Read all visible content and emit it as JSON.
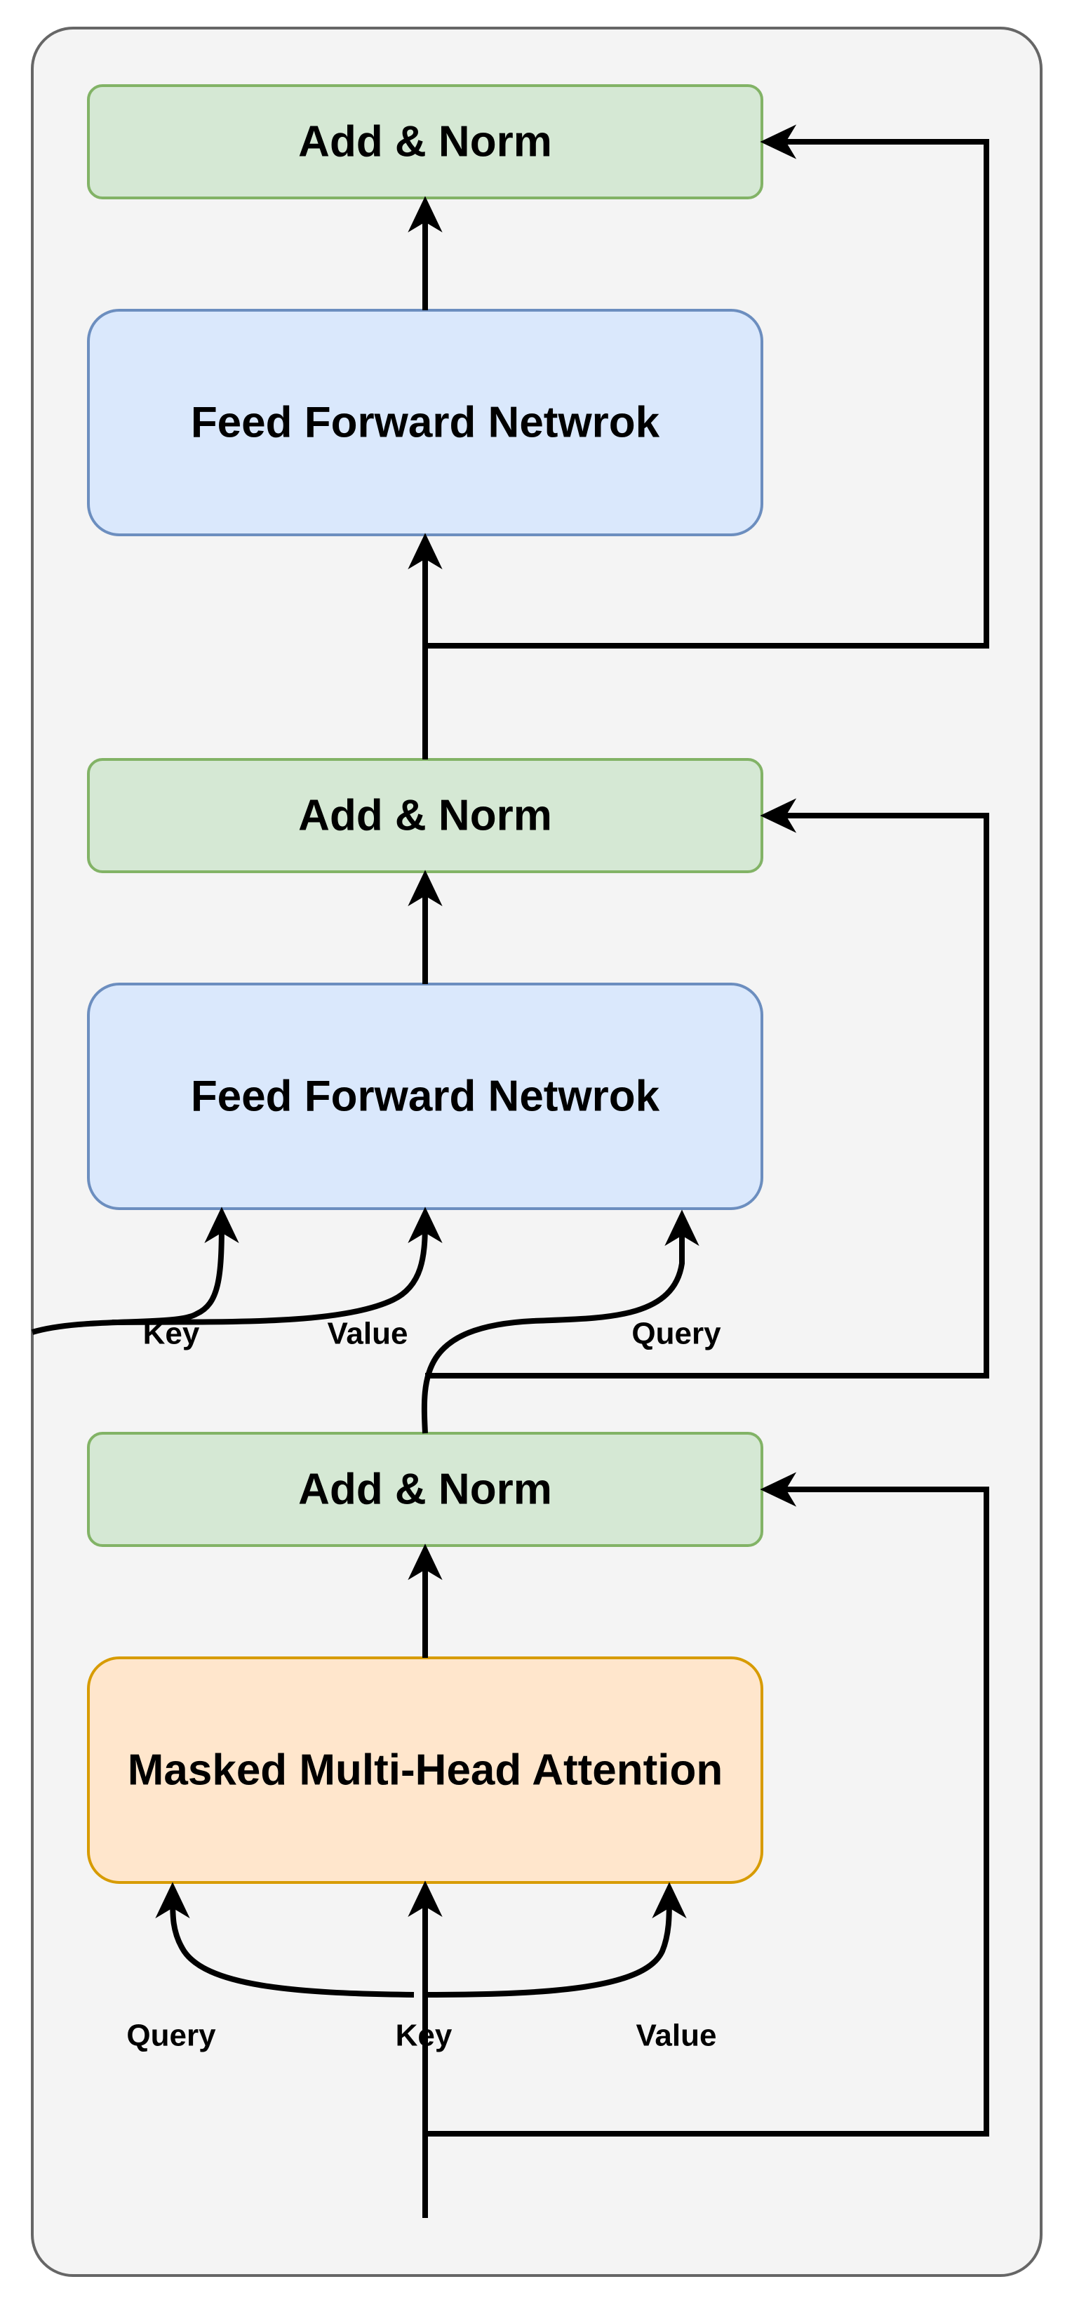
{
  "colors": {
    "outer_fill": "#f4f4f4",
    "outer_stroke": "#666666",
    "add_norm_fill": "#d5e8d4",
    "add_norm_stroke": "#82b366",
    "ffn_fill": "#dae8fc",
    "ffn_stroke": "#6c8ebf",
    "attention_fill": "#ffe6cc",
    "attention_stroke": "#d79b00",
    "line": "#000000"
  },
  "blocks": {
    "add_norm_top": {
      "label": "Add & Norm"
    },
    "ffn_top": {
      "label": "Feed Forward Netwrok"
    },
    "add_norm_middle": {
      "label": "Add & Norm"
    },
    "ffn_middle": {
      "label": "Feed Forward Netwrok"
    },
    "add_norm_bottom": {
      "label": "Add & Norm"
    },
    "masked_attention": {
      "label": "Masked Multi-Head Attention"
    }
  },
  "inputs_middle": {
    "key": "Key",
    "value": "Value",
    "query": "Query"
  },
  "inputs_bottom": {
    "query": "Query",
    "key": "Key",
    "value": "Value"
  }
}
